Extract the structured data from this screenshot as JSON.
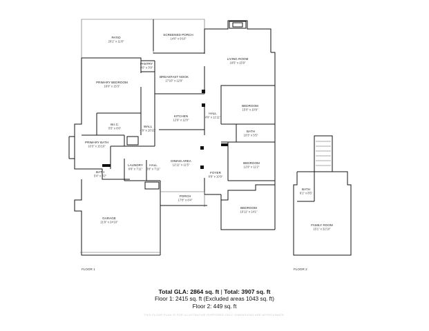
{
  "floors": [
    {
      "label": "FLOOR 1",
      "rooms": [
        {
          "name": "PATIO",
          "dims": "29'1\" x 11'8\""
        },
        {
          "name": "SCREENED PORCH",
          "dims": "14'0\" x 9'10\""
        },
        {
          "name": "PANTRY",
          "dims": "3'0\" x 3'9\""
        },
        {
          "name": "LIVING ROOM",
          "dims": "18'5\" x 15'9\""
        },
        {
          "name": "BREAKFAST NOOK",
          "dims": "17'10\" x 12'9\""
        },
        {
          "name": "PRIMARY BEDROOM",
          "dims": "16'0\" x 15'3\""
        },
        {
          "name": "BEDROOM",
          "dims": "15'0\" x 10'9\""
        },
        {
          "name": "KITCHEN",
          "dims": "12'9\" x 12'0\""
        },
        {
          "name": "HALL",
          "dims": "4'9\" x 11'11\""
        },
        {
          "name": "W.I.C.",
          "dims": "5'5\" x 6'6\""
        },
        {
          "name": "WALL",
          "dims": "4'9\" x 10'10\""
        },
        {
          "name": "BATH",
          "dims": "10'3\" x 5'5\""
        },
        {
          "name": "PRIMARY BATH",
          "dims": "10'3\" x 15'10\""
        },
        {
          "name": "BEDROOM",
          "dims": "12'9\" x 11'2\""
        },
        {
          "name": "DINING AREA",
          "dims": "12'11\" x 11'5\""
        },
        {
          "name": "LAUNDRY",
          "dims": "6'8\" x 7'11\""
        },
        {
          "name": "HALL",
          "dims": "3'8\" x 7'11\""
        },
        {
          "name": "FOYER",
          "dims": "8'9\" x 10'9\""
        },
        {
          "name": "BATH",
          "dims": "5'4\" x 3'2\""
        },
        {
          "name": "PORCH",
          "dims": "17'8\" x 8'4\""
        },
        {
          "name": "BEDROOM",
          "dims": "10'11\" x 14'1\""
        },
        {
          "name": "GARAGE",
          "dims": "21'9\" x 24'10\""
        }
      ]
    },
    {
      "label": "FLOOR 2",
      "rooms": [
        {
          "name": "BATH",
          "dims": "6'1\" x 8'5\""
        },
        {
          "name": "FAMILY ROOM",
          "dims": "15'1\" x 32'10\""
        }
      ]
    }
  ],
  "summary": {
    "gla_label": "Total GLA: 2864 sq. ft",
    "total_label": "Total: 3907 sq. ft",
    "separator": " | ",
    "floor1": "Floor 1: 2415 sq. ft (Excluded areas 1043 sq. ft)",
    "floor2": "Floor 2: 449 sq. ft"
  },
  "disclaimer": "THIS FLOOR PLAN IS FOR ILLUSTRATIVE PURPOSES ONLY. DIMENSIONS ARE APPROXIMATE."
}
